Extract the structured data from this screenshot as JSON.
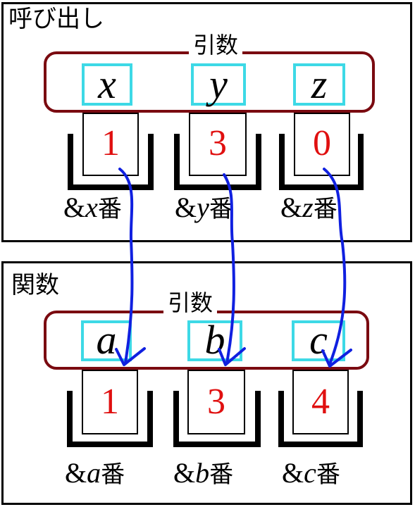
{
  "colors": {
    "frame": "#000000",
    "group_border": "#7a0a10",
    "name_box_border": "#3dd9e6",
    "value_text": "#e01010",
    "arrow": "#1020e0"
  },
  "call_panel": {
    "title": "呼び出し",
    "group_label": "引数",
    "variables": [
      {
        "name": "x",
        "value": "1",
        "addr_prefix": "&",
        "addr_var": "x",
        "addr_suffix": "番"
      },
      {
        "name": "y",
        "value": "3",
        "addr_prefix": "&",
        "addr_var": "y",
        "addr_suffix": "番"
      },
      {
        "name": "z",
        "value": "0",
        "addr_prefix": "&",
        "addr_var": "z",
        "addr_suffix": "番"
      }
    ]
  },
  "func_panel": {
    "title": "関数",
    "group_label": "引数",
    "variables": [
      {
        "name": "a",
        "value": "1",
        "addr_prefix": "&",
        "addr_var": "a",
        "addr_suffix": "番"
      },
      {
        "name": "b",
        "value": "3",
        "addr_prefix": "&",
        "addr_var": "b",
        "addr_suffix": "番"
      },
      {
        "name": "c",
        "value": "4",
        "addr_prefix": "&",
        "addr_var": "c",
        "addr_suffix": "番"
      }
    ]
  },
  "arrows": [
    {
      "from": "x",
      "to": "a"
    },
    {
      "from": "y",
      "to": "b"
    },
    {
      "from": "z",
      "to": "c"
    }
  ]
}
